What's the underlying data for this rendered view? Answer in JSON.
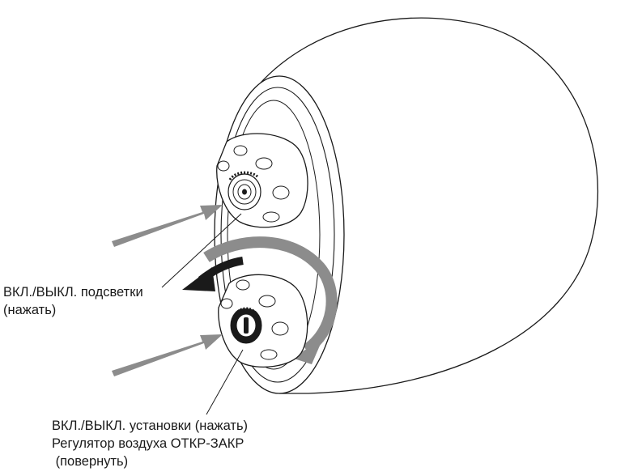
{
  "labels": {
    "light_switch": "ВКЛ./ВЫКЛ. подсветки",
    "light_switch_action": "(нажать)",
    "setting_switch": "ВКЛ./ВЫКЛ. установки (нажать)",
    "air_regulator": "Регулятор воздуха ОТКР-ЗАКР",
    "air_regulator_action": " (повернуть)"
  },
  "colors": {
    "line": "#1a1a1a",
    "arrow_gray": "#8c8c8c",
    "background": "#ffffff"
  }
}
